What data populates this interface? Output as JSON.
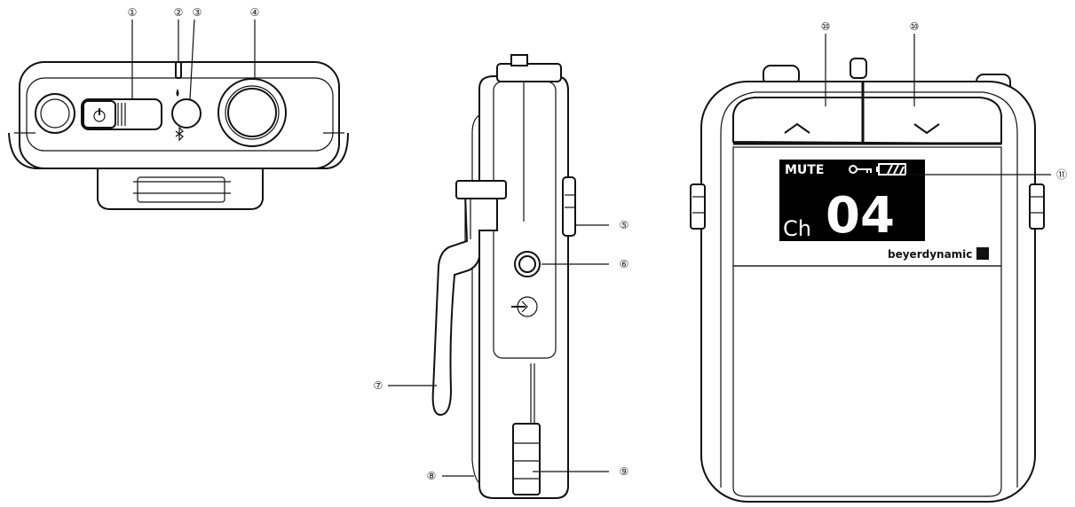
{
  "callouts": {
    "c1": "①",
    "c2": "②",
    "c3": "③",
    "c4": "④",
    "c5": "⑤",
    "c6": "⑥",
    "c7": "⑦",
    "c8": "⑧",
    "c9": "⑨",
    "c10a": "⑩",
    "c10b": "⑩",
    "c11": "⑪"
  },
  "display": {
    "mute": "MUTE",
    "ch": "Ch",
    "channel": "04"
  },
  "brand": "beyerdynamic",
  "icons": {
    "power": "power-icon",
    "bluetooth": "bluetooth-icon",
    "key": "key-lock-icon",
    "battery": "battery-icon",
    "audio_input": "audio-input-icon",
    "up": "chevron-up-icon",
    "down": "chevron-down-icon"
  }
}
